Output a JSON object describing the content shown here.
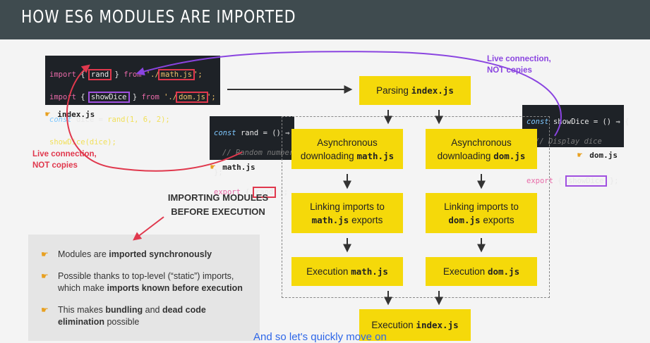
{
  "header": {
    "title": "HOW ES6 MODULES ARE IMPORTED"
  },
  "index_code": {
    "l1": [
      "import",
      "{",
      "rand",
      "}",
      "from",
      "'./",
      "math.js",
      "';"
    ],
    "l2": [
      "import",
      "{",
      "showDice",
      "}",
      "from",
      "'./",
      "dom.js",
      "';"
    ],
    "l3": [
      "const",
      "dice",
      "=",
      "rand(1, 6, 2);"
    ],
    "l4": [
      "showDice(dice);"
    ],
    "file": "index.js"
  },
  "math_code": {
    "l1": [
      "const",
      "rand",
      "= () ⇒ {"
    ],
    "l2": "// Random numbers",
    "l3": "};",
    "l4": [
      "export",
      "{",
      "rand",
      "};"
    ],
    "file": "math.js"
  },
  "dom_code": {
    "l1": [
      "const",
      "showDice",
      "= () ⇒ {"
    ],
    "l2": "// Display dice",
    "l3": "};",
    "l4": [
      "export",
      "{",
      "showDice",
      "};"
    ],
    "file": "dom.js"
  },
  "notes": {
    "live_left": [
      "Live connection,",
      "NOT copies"
    ],
    "live_right": [
      "Live connection,",
      "NOT copies"
    ]
  },
  "flow": {
    "parsing": [
      "Parsing",
      "index.js"
    ],
    "async_math": [
      "Asynchronous",
      "downloading",
      "math.js"
    ],
    "async_dom": [
      "Asynchronous",
      "downloading",
      "dom.js"
    ],
    "link_math": [
      "Linking imports to",
      "math.js",
      "exports"
    ],
    "link_dom": [
      "Linking imports to",
      "dom.js",
      "exports"
    ],
    "exec_math": [
      "Execution",
      "math.js"
    ],
    "exec_dom": [
      "Execution",
      "dom.js"
    ],
    "exec_index": [
      "Execution",
      "index.js"
    ]
  },
  "heading": [
    "IMPORTING MODULES",
    "BEFORE EXECUTION"
  ],
  "bullets": [
    {
      "pre": "Modules are ",
      "b1": "imported synchronously",
      "mid": "",
      "b2": "",
      "post": ""
    },
    {
      "pre": "Possible thanks to top-level (“static”) imports, which make ",
      "b1": "imports known before execution",
      "mid": "",
      "b2": "",
      "post": ""
    },
    {
      "pre": "This makes ",
      "b1": "bundling",
      "mid": " and ",
      "b2": "dead code elimination",
      "post": " possible"
    }
  ],
  "subtitle": "And so let's quickly move on",
  "colors": {
    "accent_yellow": "#f5d90a",
    "live_red": "#e0384d",
    "live_purple": "#8a44e0",
    "header_bg": "#3f4b4f"
  },
  "icons": {
    "bullet": "pointing-hand-icon"
  }
}
